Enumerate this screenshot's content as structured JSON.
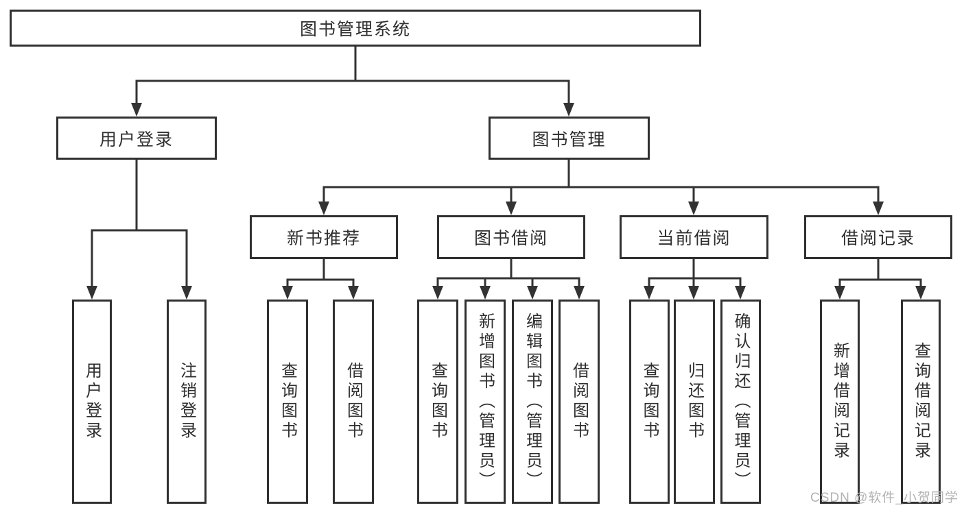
{
  "diagram": {
    "title": "图书管理系统",
    "root": {
      "label": "图书管理系统"
    },
    "level2": [
      {
        "label": "用户登录"
      },
      {
        "label": "图书管理"
      }
    ],
    "level3": [
      {
        "label": "新书推荐",
        "parent": "图书管理"
      },
      {
        "label": "图书借阅",
        "parent": "图书管理"
      },
      {
        "label": "当前借阅",
        "parent": "图书管理"
      },
      {
        "label": "借阅记录",
        "parent": "图书管理"
      }
    ],
    "leaves": [
      {
        "label": "用户登录",
        "parent": "用户登录"
      },
      {
        "label": "注销登录",
        "parent": "用户登录"
      },
      {
        "label": "查询图书",
        "parent": "新书推荐"
      },
      {
        "label": "借阅图书",
        "parent": "新书推荐"
      },
      {
        "label": "查询图书",
        "parent": "图书借阅"
      },
      {
        "label": "新增图书（管理员）",
        "parent": "图书借阅"
      },
      {
        "label": "编辑图书（管理员）",
        "parent": "图书借阅"
      },
      {
        "label": "借阅图书",
        "parent": "图书借阅"
      },
      {
        "label": "查询图书",
        "parent": "当前借阅"
      },
      {
        "label": "归还图书",
        "parent": "当前借阅"
      },
      {
        "label": "确认归还（管理员）",
        "parent": "当前借阅"
      },
      {
        "label": "新增借阅记录",
        "parent": "借阅记录"
      },
      {
        "label": "查询借阅记录",
        "parent": "借阅记录"
      }
    ]
  },
  "watermark": {
    "text": "CSDN @软件_小贺同学",
    "color": "#b3b3b3"
  },
  "colors": {
    "line": "#333333",
    "border": "#303030",
    "text": "#2f2f2f",
    "background": "#ffffff"
  }
}
